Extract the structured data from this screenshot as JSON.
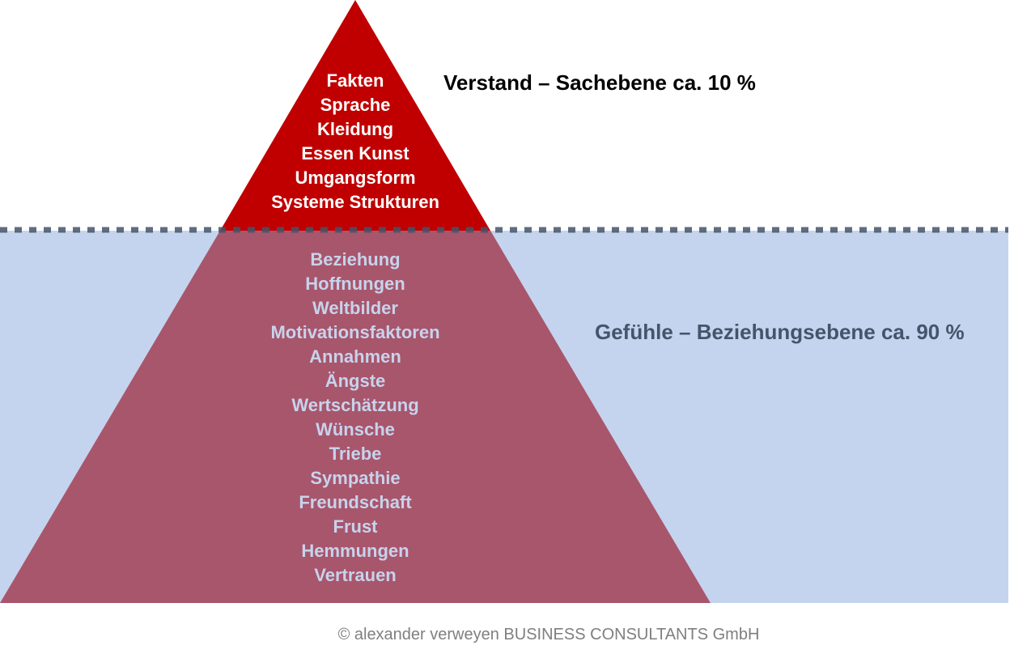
{
  "colors": {
    "tip": "#C00000",
    "submerged": "#A8566C",
    "water": "#C5D4EE",
    "waterline": "#44546A"
  },
  "above": {
    "label": "Verstand – Sachebene ca. 10 %",
    "items": [
      "Fakten",
      "Sprache",
      "Kleidung",
      "Essen Kunst",
      "Umgangsform",
      "Systeme Strukturen"
    ]
  },
  "below": {
    "label": "Gefühle – Beziehungsebene ca. 90 %",
    "items": [
      "Beziehung",
      "Hoffnungen",
      "Weltbilder",
      "Motivationsfaktoren",
      "Annahmen",
      "Ängste",
      "Wertschätzung",
      "Wünsche",
      "Triebe",
      "Sympathie",
      "Freundschaft",
      "Frust",
      "Hemmungen",
      "Vertrauen"
    ]
  },
  "copyright": "© alexander verweyen BUSINESS CONSULTANTS GmbH"
}
